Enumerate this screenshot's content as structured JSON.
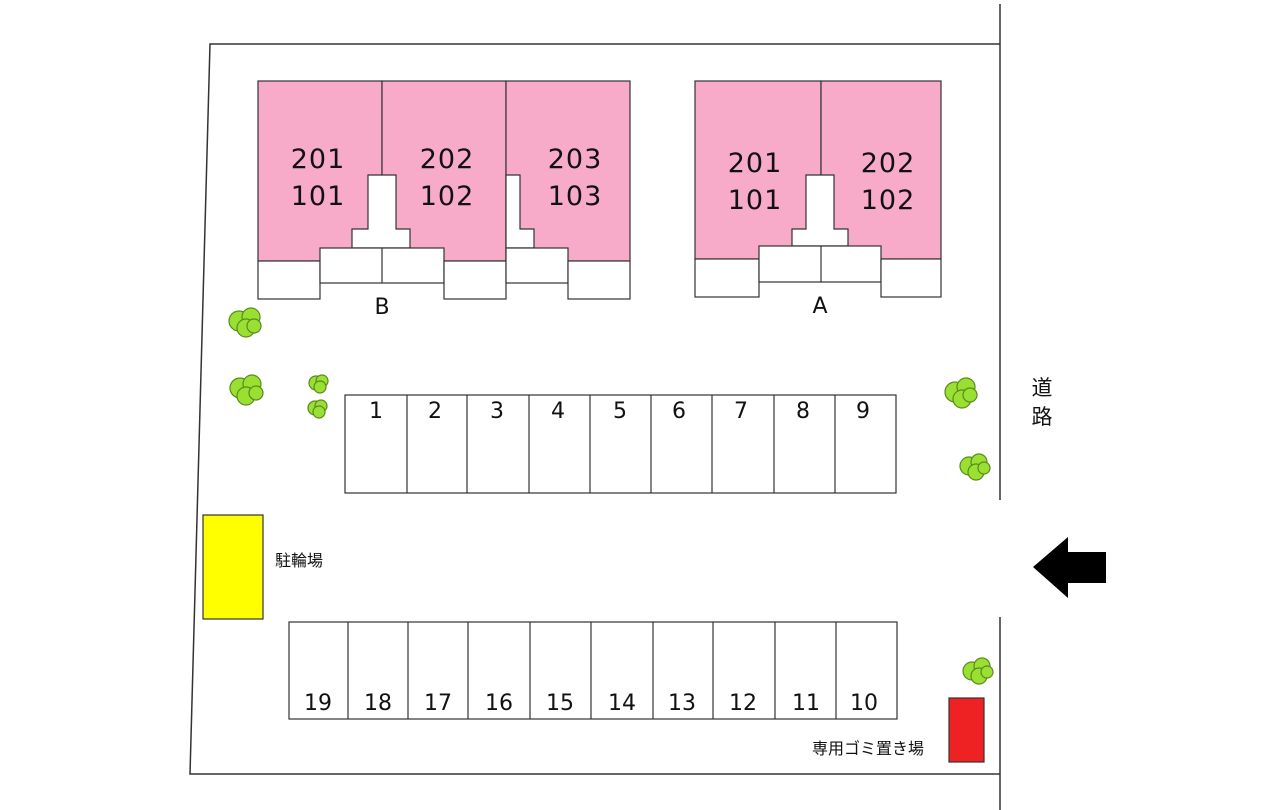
{
  "buildings": {
    "B": {
      "name": "B",
      "units": [
        {
          "upper": "201",
          "lower": "101"
        },
        {
          "upper": "202",
          "lower": "102"
        },
        {
          "upper": "203",
          "lower": "103"
        }
      ]
    },
    "A": {
      "name": "A",
      "units": [
        {
          "upper": "201",
          "lower": "101"
        },
        {
          "upper": "202",
          "lower": "102"
        }
      ]
    }
  },
  "parking": {
    "top_row": [
      "1",
      "2",
      "3",
      "4",
      "5",
      "6",
      "7",
      "8",
      "9"
    ],
    "bottom_row": [
      "19",
      "18",
      "17",
      "16",
      "15",
      "14",
      "13",
      "12",
      "11",
      "10"
    ]
  },
  "bicycle_parking": {
    "label": "駐輪場"
  },
  "garbage": {
    "label": "専用ゴミ置き場"
  },
  "road": {
    "label": "道路"
  },
  "colors": {
    "unit_fill": "#f7abc9",
    "bicycle": "#ffff00",
    "garbage": "#ee2222",
    "tree": "#99e033",
    "arrow": "#000000"
  }
}
